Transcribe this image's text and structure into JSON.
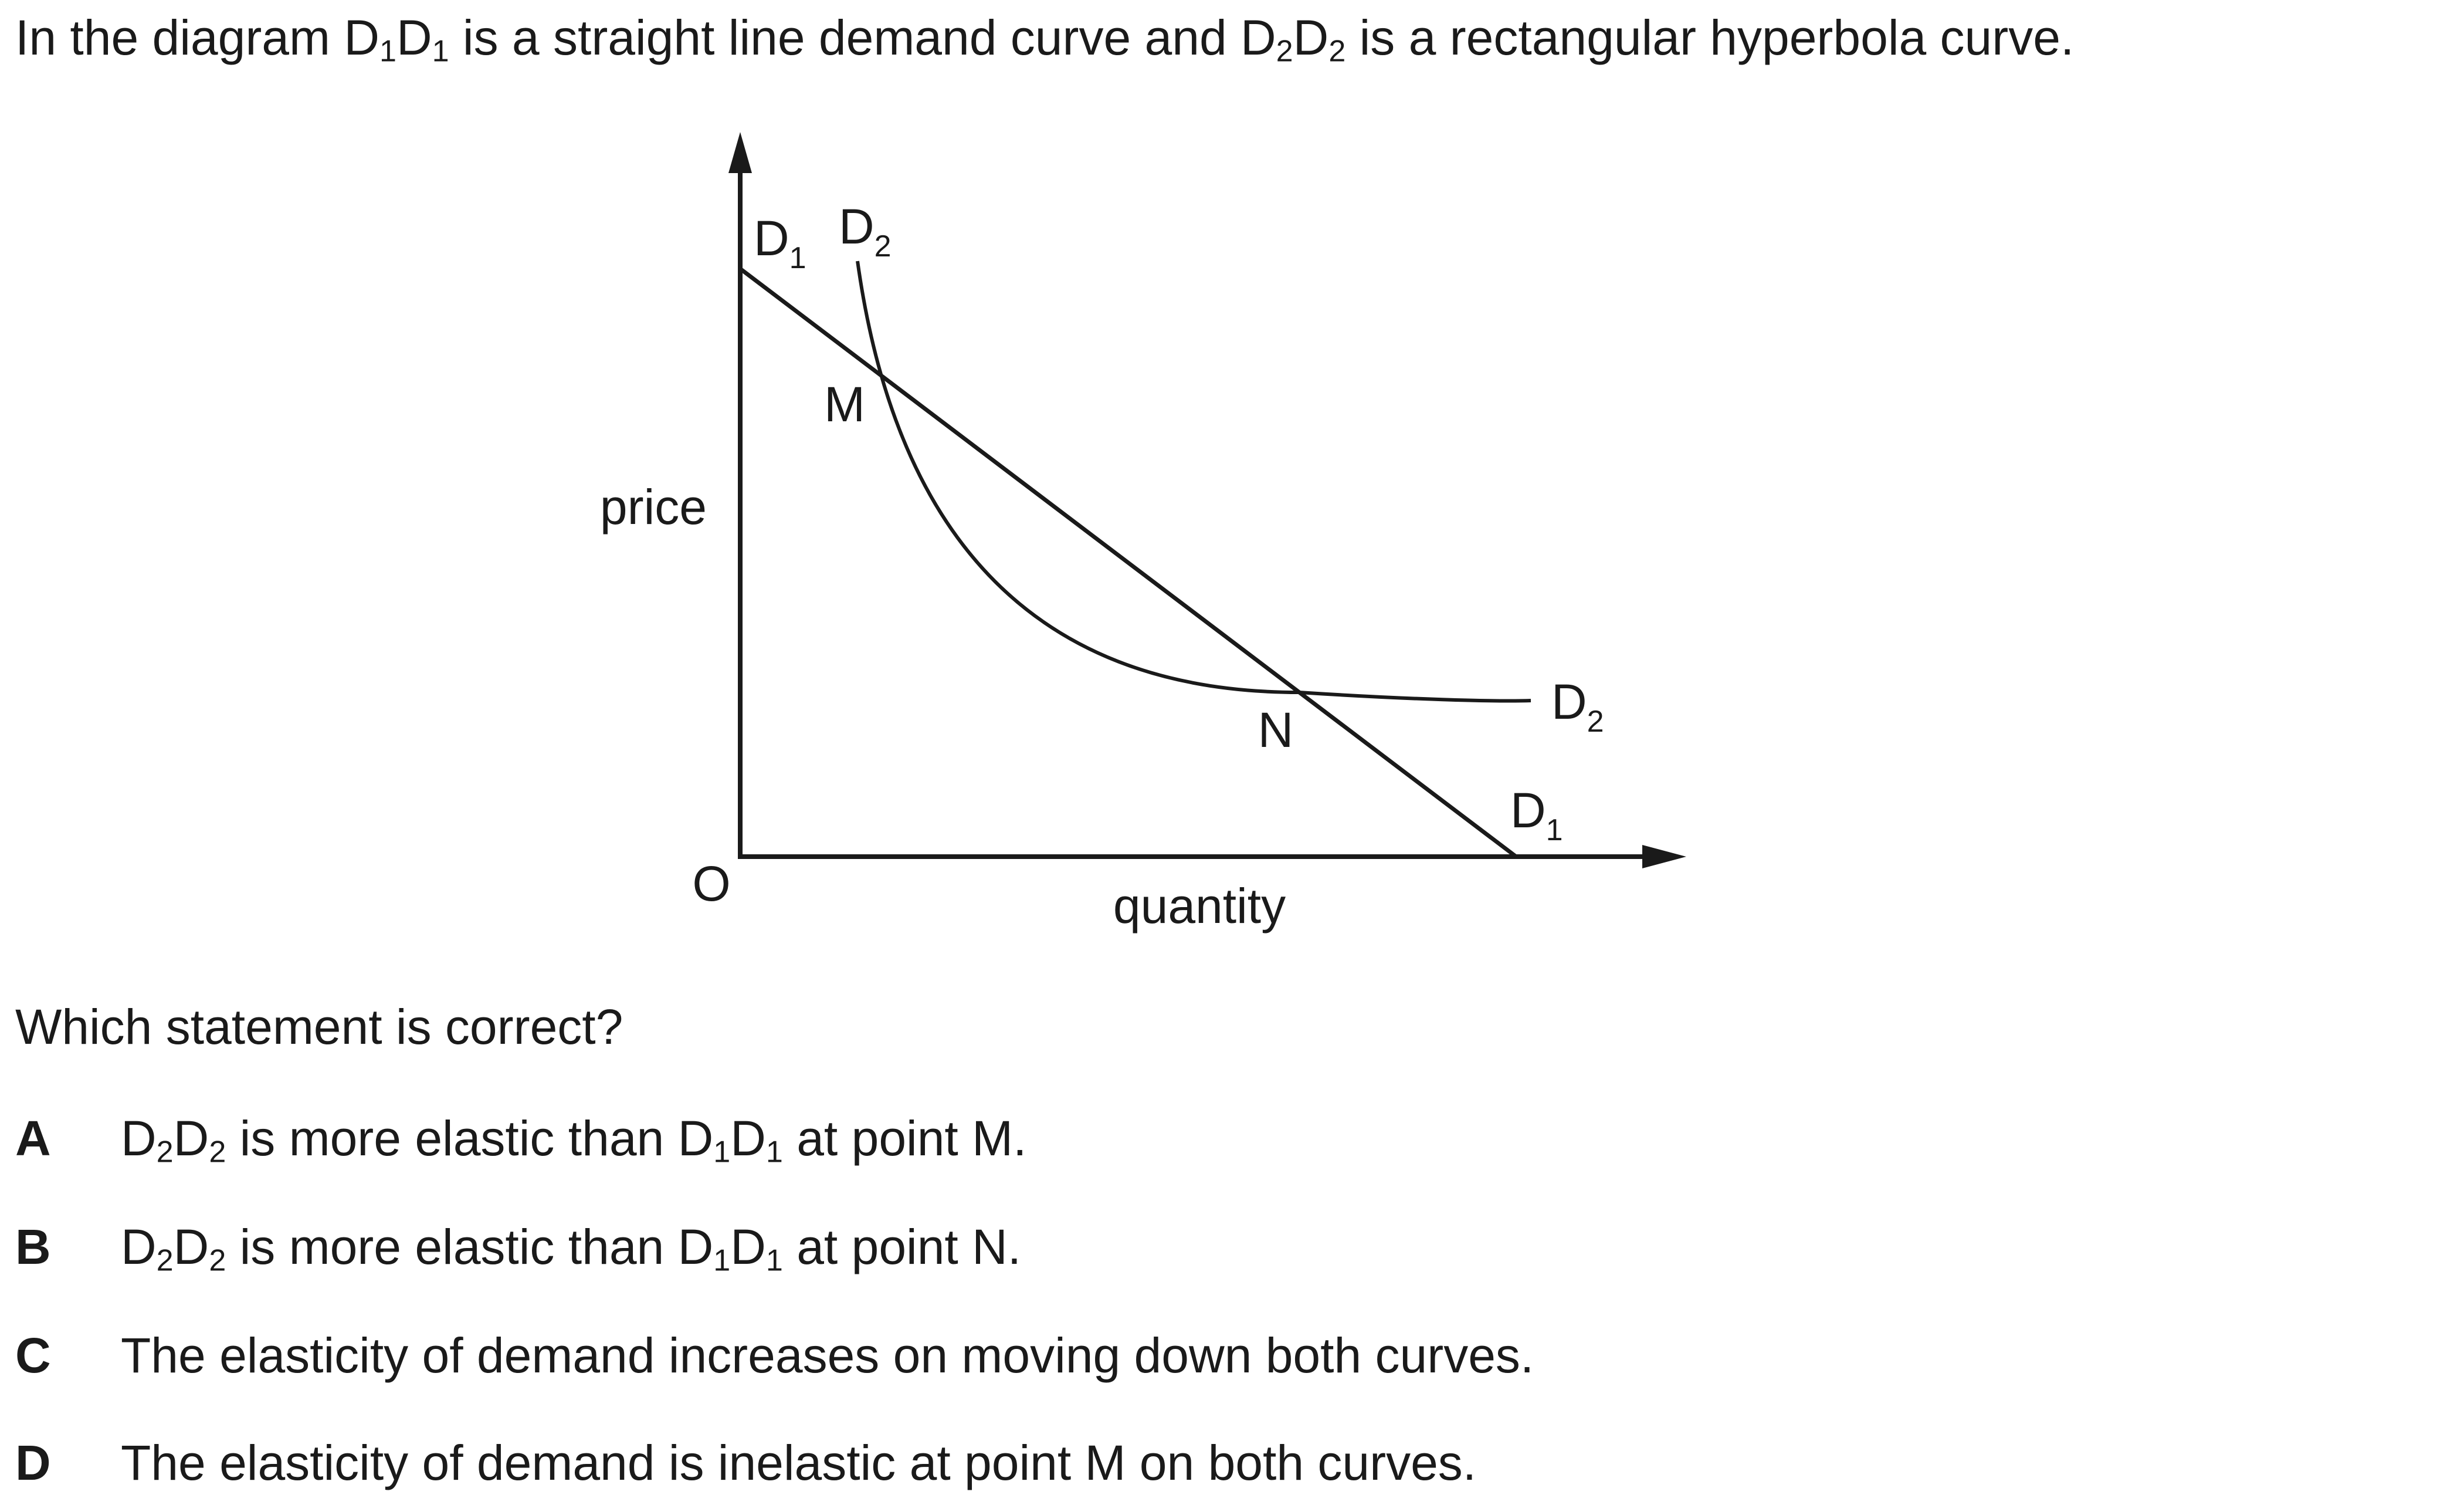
{
  "stem": {
    "pre": "In the diagram D",
    "s1": "1",
    "mid1": "D",
    "s2": "1",
    "mid2": " is a straight line demand curve and D",
    "s3": "2",
    "mid3": "D",
    "s4": "2",
    "post": " is a rectangular hyperbola curve."
  },
  "diagram": {
    "ylabel": "price",
    "xlabel": "quantity",
    "origin_label": "O",
    "curve_labels": {
      "d1_top": {
        "main": "D",
        "sub": "1"
      },
      "d2_top": {
        "main": "D",
        "sub": "2"
      },
      "d2_right": {
        "main": "D",
        "sub": "2"
      },
      "d1_bottom": {
        "main": "D",
        "sub": "1"
      }
    },
    "points": {
      "m": "M",
      "n": "N"
    }
  },
  "question": "Which statement is correct?",
  "options": [
    {
      "letter": "A",
      "a": "D",
      "b": "2",
      "c": "D",
      "d": "2",
      "e": " is more elastic than D",
      "f": "1",
      "g": "D",
      "h": "1",
      "i": " at point M."
    },
    {
      "letter": "B",
      "a": "D",
      "b": "2",
      "c": "D",
      "d": "2",
      "e": " is more elastic than D",
      "f": "1",
      "g": "D",
      "h": "1",
      "i": " at point N."
    },
    {
      "letter": "C",
      "text": "The elasticity of demand increases on moving down both curves."
    },
    {
      "letter": "D",
      "text": "The elasticity of demand is inelastic at point M on both curves."
    }
  ]
}
